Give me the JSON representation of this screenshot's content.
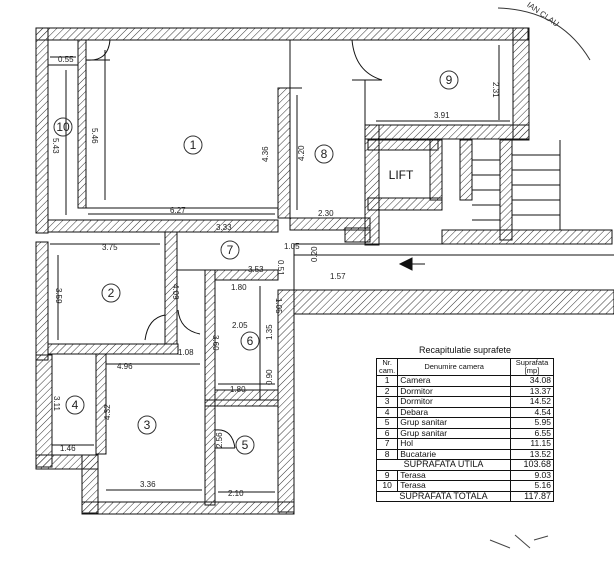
{
  "stamp_text": "IAN CLAU",
  "lift_label": "LIFT",
  "rooms": {
    "r1": "1",
    "r2": "2",
    "r3": "3",
    "r4": "4",
    "r5": "5",
    "r6": "6",
    "r7": "7",
    "r8": "8",
    "r9": "9",
    "r10": "10"
  },
  "dimensions": {
    "d_055": "0.55",
    "d_546": "5.46",
    "d_543": "5.43",
    "d_627": "6.27",
    "d_436": "4.36",
    "d_420": "4.20",
    "d_230": "2.30",
    "d_391": "3.91",
    "d_231": "2.31",
    "d_333": "3.33",
    "d_375": "3.75",
    "d_359": "3.59",
    "d_409": "4.09",
    "d_105a": "1.05",
    "d_020": "0.20",
    "d_051": "0.51",
    "d_353": "3.53",
    "d_157": "1.57",
    "d_180a": "1.80",
    "d_105b": "1.05",
    "d_205": "2.05",
    "d_135": "1.35",
    "d_360": "3.60",
    "d_108": "1.08",
    "d_496": "4.96",
    "d_180b": "1.80",
    "d_090": "0.90",
    "d_311": "3.11",
    "d_432": "4.32",
    "d_146": "1.46",
    "d_256": "2.56",
    "d_336": "3.36",
    "d_210": "2.10"
  },
  "summary": {
    "title": "Recapitulatie suprafete",
    "headers": {
      "nr": "Nr. cam.",
      "name": "Denumire camera",
      "area": "Suprafata [mp]"
    },
    "rows": [
      {
        "nr": "1",
        "name": "Camera",
        "area": "34.08"
      },
      {
        "nr": "2",
        "name": "Dormitor",
        "area": "13.37"
      },
      {
        "nr": "3",
        "name": "Dormitor",
        "area": "14.52"
      },
      {
        "nr": "4",
        "name": "Debara",
        "area": "4.54"
      },
      {
        "nr": "5",
        "name": "Grup sanitar",
        "area": "5.95"
      },
      {
        "nr": "6",
        "name": "Grup sanitar",
        "area": "6.55"
      },
      {
        "nr": "7",
        "name": "Hol",
        "area": "11.15"
      },
      {
        "nr": "8",
        "name": "Bucatarie",
        "area": "13.52"
      }
    ],
    "utila_label": "SUPRAFATA UTILA",
    "utila_value": "103.68",
    "terraces": [
      {
        "nr": "9",
        "name": "Terasa",
        "area": "9.03"
      },
      {
        "nr": "10",
        "name": "Terasa",
        "area": "5.16"
      }
    ],
    "totala_label": "SUPRAFATA TOTALA",
    "totala_value": "117.87"
  }
}
